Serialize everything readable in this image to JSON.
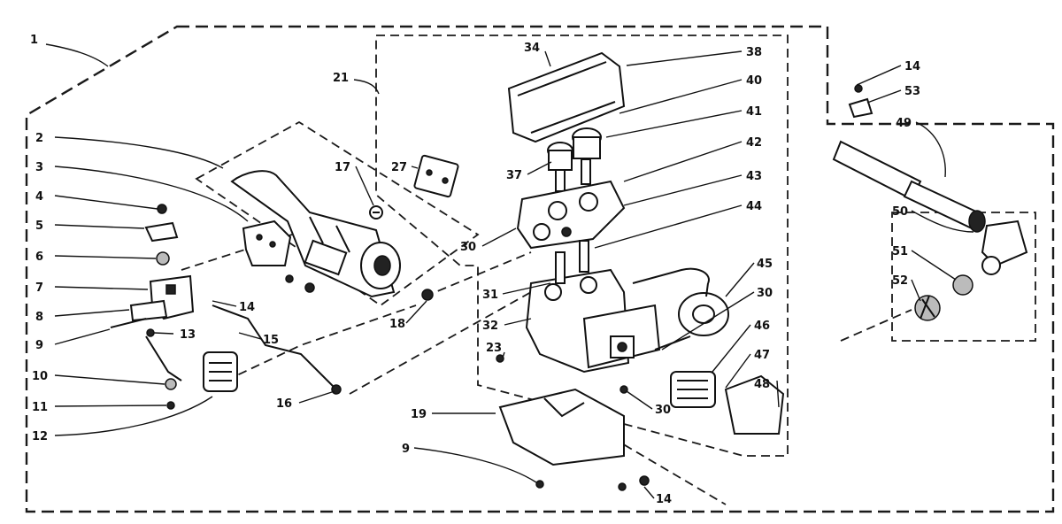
{
  "callouts": [
    "1",
    "2",
    "3",
    "4",
    "5",
    "6",
    "7",
    "8",
    "9",
    "10",
    "11",
    "12",
    "13",
    "14",
    "15",
    "16",
    "17",
    "18",
    "19",
    "9",
    "14",
    "21",
    "27",
    "34",
    "37",
    "38",
    "40",
    "41",
    "42",
    "43",
    "44",
    "30",
    "31",
    "32",
    "23",
    "45",
    "30",
    "46",
    "47",
    "48",
    "30",
    "14",
    "53",
    "49",
    "50",
    "51",
    "52"
  ]
}
